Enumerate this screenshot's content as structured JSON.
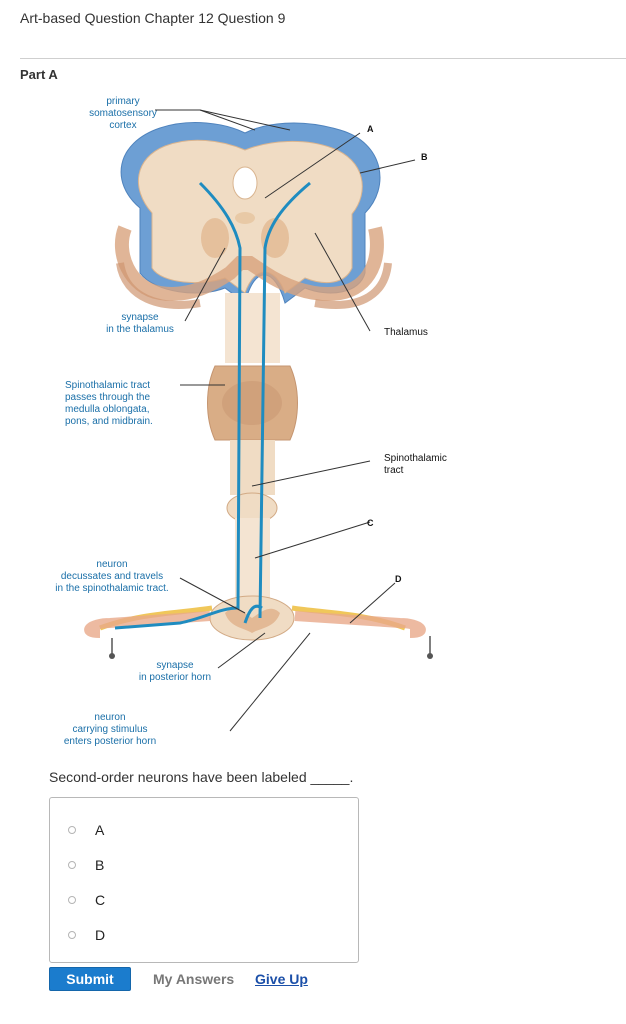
{
  "header": {
    "title": "Art-based Question Chapter 12 Question 9"
  },
  "part": {
    "label": "Part A"
  },
  "figure": {
    "labels": {
      "primary_1": "primary",
      "primary_2": "somatosensory",
      "primary_3": "cortex",
      "synapse_thal_1": "synapse",
      "synapse_thal_2": "in the thalamus",
      "spinothalamic_passes_1": "Spinothalamic tract",
      "spinothalamic_passes_2": "passes through the",
      "spinothalamic_passes_3": "medulla oblongata,",
      "spinothalamic_passes_4": "pons, and midbrain.",
      "neuron_decussates_1": "neuron",
      "neuron_decussates_2": "decussates and travels",
      "neuron_decussates_3": "in the spinothalamic tract.",
      "synapse_post_1": "synapse",
      "synapse_post_2": "in posterior horn",
      "neuron_carry_1": "neuron",
      "neuron_carry_2": "carrying stimulus",
      "neuron_carry_3": "enters posterior horn",
      "thalamus": "Thalamus",
      "spinothalamic_tract_1": "Spinothalamic",
      "spinothalamic_tract_2": "tract",
      "letter_a": "A",
      "letter_b": "B",
      "letter_c": "C",
      "letter_d": "D"
    },
    "colors": {
      "cortex_blue": "#6d9fd4",
      "tissue_tan": "#e8c9a6",
      "pathway": "#1f8cc0"
    }
  },
  "question": {
    "text": "Second-order neurons have been labeled _____."
  },
  "options": [
    {
      "label": "A"
    },
    {
      "label": "B"
    },
    {
      "label": "C"
    },
    {
      "label": "D"
    }
  ],
  "actions": {
    "submit": "Submit",
    "my_answers": "My Answers",
    "give_up": "Give Up"
  }
}
